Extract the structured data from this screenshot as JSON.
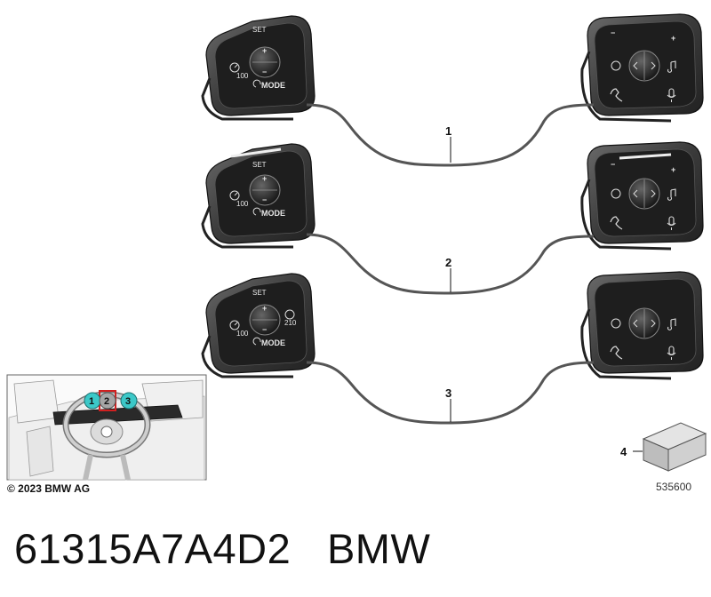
{
  "callouts": [
    "1",
    "2",
    "3",
    "4"
  ],
  "button_labels": {
    "set": "SET",
    "mode": "MODE",
    "plus": "+",
    "minus": "−",
    "speed": "100",
    "dist": "210"
  },
  "inset_markers": [
    "1",
    "2",
    "3"
  ],
  "copyright": "© 2023 BMW AG",
  "drawing_code": "535600",
  "part_number": "61315A7A4D2",
  "brand": "BMW",
  "colors": {
    "housing": "#3a3a3a",
    "panel": "#1e1e1e",
    "cable": "#555555",
    "marker": "#3cc8c8",
    "marker_active": "#d02020"
  }
}
